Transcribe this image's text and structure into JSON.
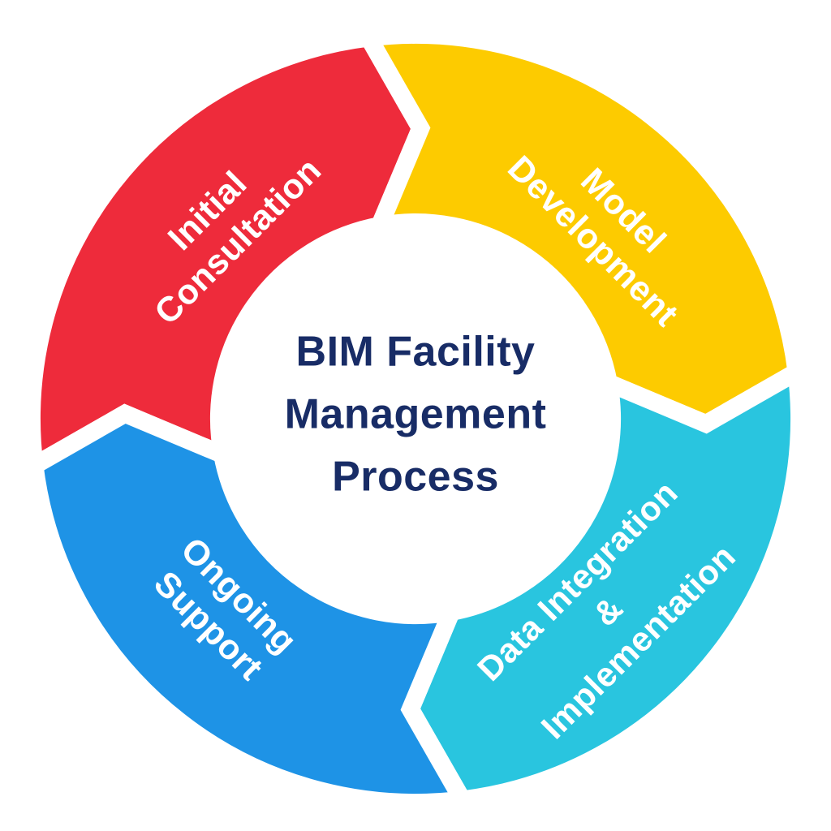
{
  "background_color": "#FFFFFF",
  "diagram": {
    "type": "cycle",
    "direction": "clockwise",
    "title": {
      "lines": [
        "BIM Facility",
        "Management",
        "Process"
      ],
      "color": "#182C66"
    },
    "segments": [
      {
        "id": "initial-consultation",
        "lines": [
          "Initial",
          "Consultation"
        ],
        "color": "#EE2B3B",
        "text_color": "#FFFFFF",
        "position": "top-left"
      },
      {
        "id": "model-development",
        "lines": [
          "Model",
          "Development"
        ],
        "color": "#FDCB00",
        "text_color": "#FFFFFF",
        "position": "top-right"
      },
      {
        "id": "data-integration-implementation",
        "lines": [
          "Data Integration",
          "&",
          "Implementation"
        ],
        "color": "#29C5DF",
        "text_color": "#FFFFFF",
        "position": "bottom-right"
      },
      {
        "id": "ongoing-support",
        "lines": [
          "Ongoing",
          "Support"
        ],
        "color": "#1E93E6",
        "text_color": "#FFFFFF",
        "position": "bottom-left"
      }
    ]
  }
}
